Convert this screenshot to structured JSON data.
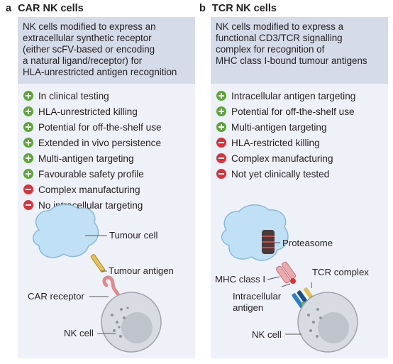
{
  "panel_a": {
    "letter": "a",
    "title": "CAR NK cells",
    "description": [
      "NK cells modified to express an",
      "extracellular synthetic receptor",
      "(either scFV-based or encoding",
      "a natural ligand/receptor) for",
      "HLA-unrestricted antigen recognition"
    ],
    "features": [
      {
        "type": "plus",
        "text": "In clinical testing"
      },
      {
        "type": "plus",
        "text": "HLA-unrestricted killing"
      },
      {
        "type": "plus",
        "text": "Potential for off-the-shelf use"
      },
      {
        "type": "plus",
        "text": "Extended in vivo persistence"
      },
      {
        "type": "plus",
        "text": "Multi-antigen targeting"
      },
      {
        "type": "plus",
        "text": "Favourable safety profile"
      },
      {
        "type": "minus",
        "text": "Complex manufacturing"
      },
      {
        "type": "minus",
        "text": "No intracellular targeting"
      }
    ],
    "labels": {
      "tumour_cell": "Tumour cell",
      "tumour_antigen": "Tumour antigen",
      "car_receptor": "CAR receptor",
      "nk_cell": "NK cell"
    }
  },
  "panel_b": {
    "letter": "b",
    "title": "TCR NK cells",
    "description": [
      "NK cells modified to express a",
      "functional CD3/TCR signalling",
      "complex for  recognition of",
      "MHC class I-bound tumour antigens"
    ],
    "features": [
      {
        "type": "plus",
        "text": "Intracellular antigen targeting"
      },
      {
        "type": "plus",
        "text": "Potential for off-the-shelf use"
      },
      {
        "type": "plus",
        "text": "Multi-antigen targeting"
      },
      {
        "type": "minus",
        "text": "HLA-restricted killing"
      },
      {
        "type": "minus",
        "text": "Complex manufacturing"
      },
      {
        "type": "minus",
        "text": "Not yet clinically tested"
      }
    ],
    "labels": {
      "proteasome": "Proteasome",
      "mhc_class_i": "MHC class I",
      "tcr_complex": "TCR complex",
      "intracellular_antigen_1": "Intracellular",
      "intracellular_antigen_2": "antigen",
      "nk_cell": "NK cell"
    }
  },
  "colors": {
    "plus": "#59a832",
    "minus": "#d9323d",
    "header_bg": "#d5dbe8",
    "panel_bg": "#eef1f7",
    "tumour_cell": "#bfe0f5",
    "nk_cell": "#cfd2d8"
  }
}
